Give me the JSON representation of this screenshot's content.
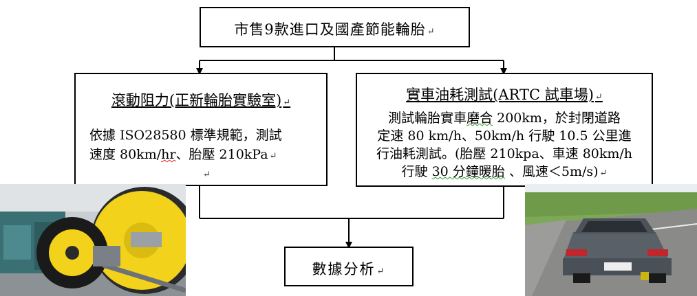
{
  "top_box": {
    "text": "市售9款進口及國產節能輪胎",
    "mark": "↵"
  },
  "left_box": {
    "title": "滾動阻力(正新輪胎實驗室)",
    "title_mark": "↵",
    "body_line1": "依據 ISO28580 標準規範，測試",
    "body_line2a": "速度 80km/",
    "body_line2b": "hr",
    "body_line2c": "、胎壓 210kPa",
    "body_mark": "↵",
    "para_mark": "↵"
  },
  "right_box": {
    "title": "實車油耗測試(ARTC 試車場)",
    "title_mark": "↵",
    "line1a": "測試輪胎實車",
    "line1b": "磨合",
    "line1c": " 200km，於封閉道路",
    "line2": "定速 80 km/h、50km/h 行駛 10.5 公里進",
    "line3": "行油耗測試。(胎壓 210kpa、車速 80km/h",
    "line4a": "行駛 ",
    "line4b": "30 分",
    "line4c": "鐘暖胎",
    "line4d": " 、風速＜5m/s)",
    "line4_mark": "↵"
  },
  "bottom_box": {
    "text": "數據分析",
    "mark": "↵"
  },
  "colors": {
    "line": "#000000",
    "wheel_yellow": "#f2d21b",
    "tire_black": "#1a1a1a",
    "car_gray": "#5a6068",
    "road": "#8a8a88",
    "grass": "#5f8f3a",
    "sky": "#e9eef2"
  }
}
